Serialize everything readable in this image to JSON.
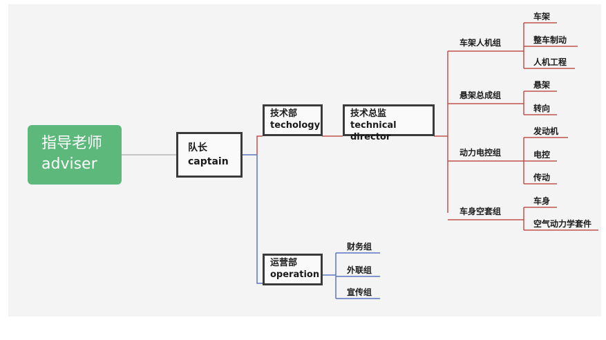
{
  "root": {
    "zh": "指导老师",
    "en": "adviser"
  },
  "captain": {
    "zh": "队长",
    "en": "captain"
  },
  "tech": {
    "zh": "技术部",
    "en": "techology"
  },
  "director": {
    "zh": "技术总监",
    "en": "technical director"
  },
  "operation": {
    "zh": "运营部",
    "en": "operation"
  },
  "groups": {
    "frame_ergo": "车架人机组",
    "suspension": "悬架总成组",
    "powertrain": "动力电控组",
    "body_aero": "车身空套组"
  },
  "leaves": {
    "frame": "车架",
    "brake": "整车制动",
    "ergo": "人机工程",
    "susp": "悬架",
    "steer": "转向",
    "engine": "发动机",
    "elec": "电控",
    "trans": "传动",
    "body": "车身",
    "aero": "空气动力学套件"
  },
  "ops": {
    "finance": "财务组",
    "external": "外联组",
    "publicity": "宣传组"
  },
  "colors": {
    "red": "#c0504d",
    "blue": "#5b74c4",
    "grey": "#b5b5b5",
    "root": "#5cb87b"
  }
}
